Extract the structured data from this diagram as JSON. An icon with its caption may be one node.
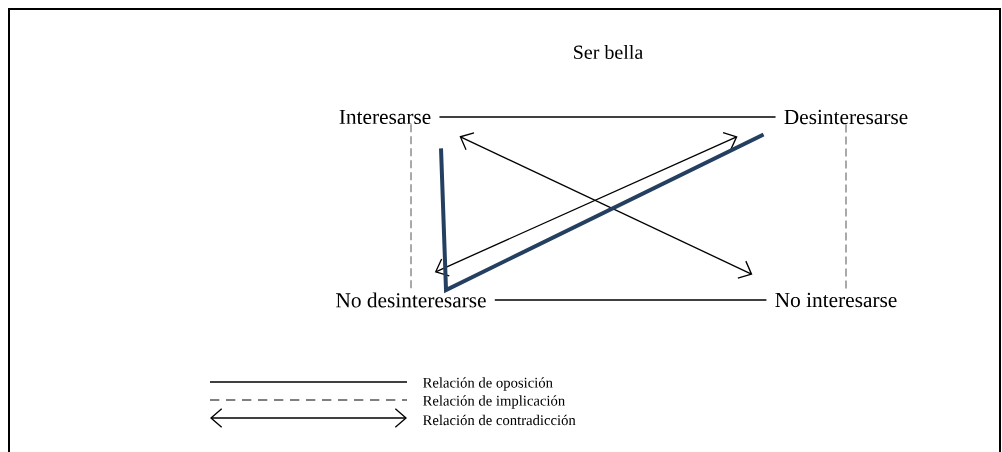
{
  "diagram": {
    "nodes": [
      {
        "text": [
          "Interesarse"
        ]
      },
      {
        "text": [
          "Desinteresarse"
        ]
      },
      {
        "text": [
          "No desinteresarse"
        ]
      },
      {
        "text": [
          "No interesarse"
        ]
      }
    ],
    "edges": [
      {
        "from": 0,
        "to": 1,
        "arrow": "none"
      },
      {
        "from": 2,
        "to": 3,
        "arrow": "none"
      },
      {
        "from": 0,
        "to": 2,
        "arrow": "none",
        "style": "dashed",
        "color": "#7f7f7f"
      },
      {
        "from": 1,
        "to": 3,
        "arrow": "none",
        "style": "dashed",
        "color": "#7f7f7f"
      },
      {
        "from": 0,
        "to": 3,
        "arrow": "both"
      },
      {
        "from": 1,
        "to": 2,
        "arrow": "both"
      },
      {
        "from": 0,
        "to": 1,
        "arrow": "none",
        "style": "thick",
        "color": "#243f60"
      }
    ],
    "labels": [
      "Ser bella"
    ],
    "legend": [
      {
        "text": "Relación de oposición"
      },
      {
        "text": "Relación de implicación"
      },
      {
        "text": "Relación de contradicción"
      }
    ]
  }
}
